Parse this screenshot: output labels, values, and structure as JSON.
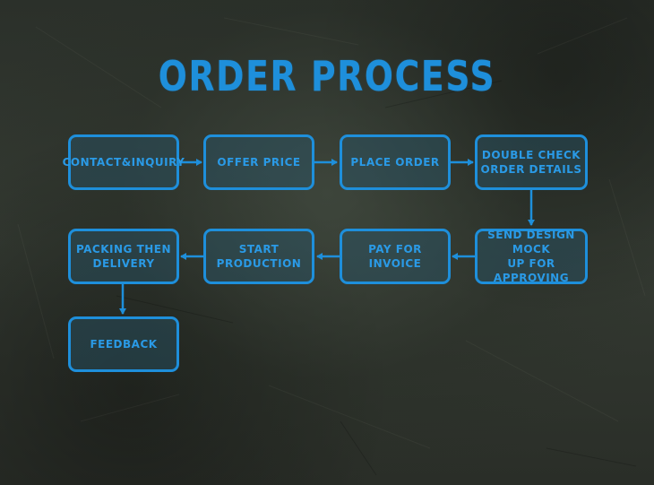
{
  "diagram": {
    "title": "ORDER PROCESS",
    "steps": [
      {
        "label": "CONTACT&INQUIRY"
      },
      {
        "label": "OFFER PRICE"
      },
      {
        "label": "PLACE ORDER"
      },
      {
        "label": "DOUBLE CHECK\nORDER DETAILS"
      },
      {
        "label": "SEND DESIGN MOCK\nUP FOR APPROVING"
      },
      {
        "label": "PAY FOR INVOICE"
      },
      {
        "label": "START PRODUCTION"
      },
      {
        "label": "PACKING THEN\nDELIVERY"
      },
      {
        "label": "FEEDBACK"
      }
    ],
    "colors": {
      "accent": "#1e8fdb",
      "box_fill": "#28586e",
      "background": "#2f342d"
    }
  }
}
